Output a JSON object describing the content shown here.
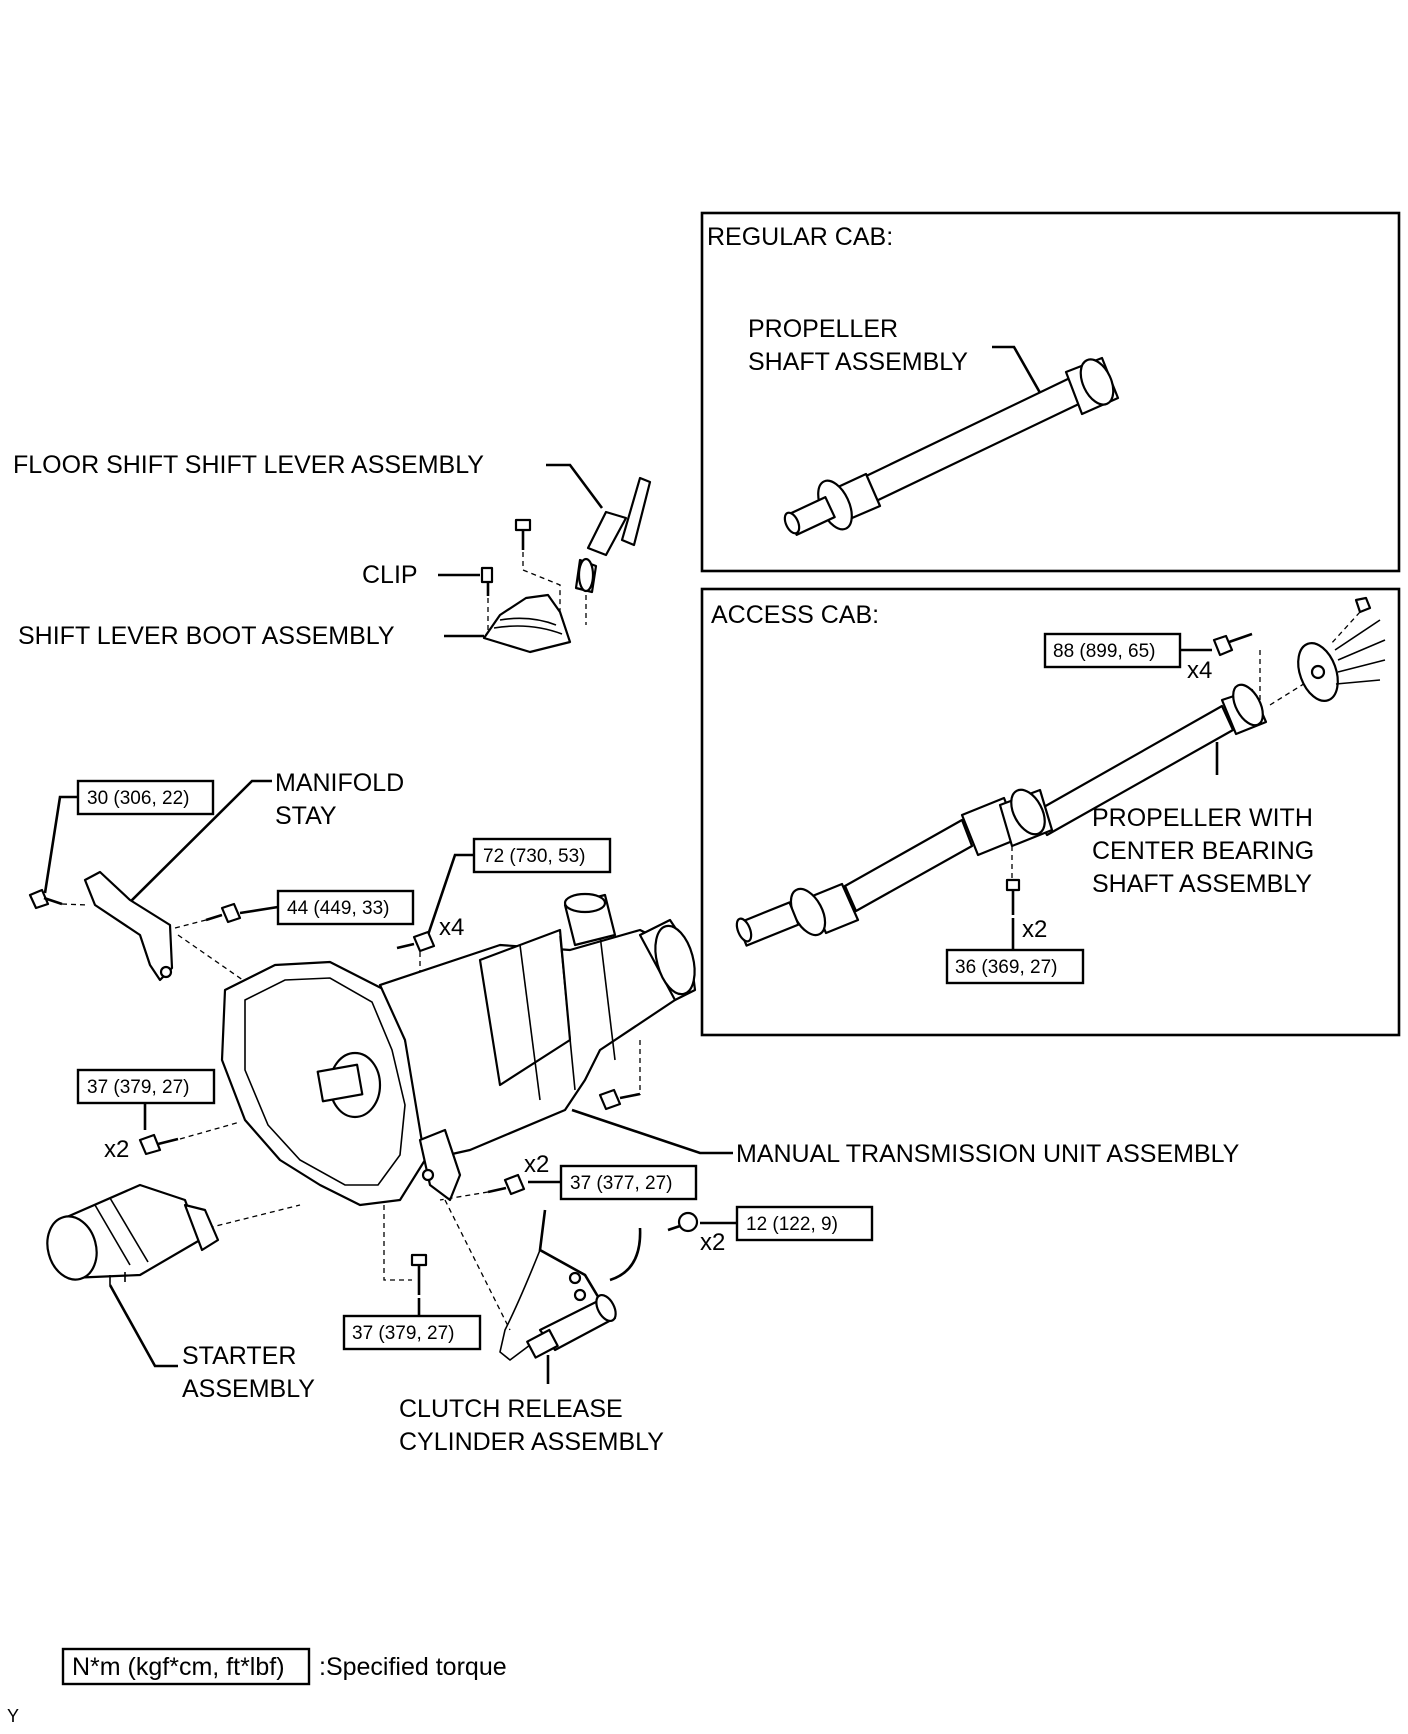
{
  "panels": {
    "regular_cab": {
      "title": "REGULAR CAB:",
      "part_label_lines": [
        "PROPELLER",
        "SHAFT ASSEMBLY"
      ]
    },
    "access_cab": {
      "title": "ACCESS CAB:",
      "part_label_lines": [
        "PROPELLER WITH",
        "CENTER BEARING",
        "SHAFT ASSEMBLY"
      ],
      "torques": {
        "flange_bolts": "88 (899, 65)",
        "center_bearing_bolts": "36 (369, 27)"
      },
      "multipliers": {
        "flange_bolts": "x4",
        "center_bearing_bolts": "x2"
      }
    }
  },
  "labels": {
    "floor_shift_lever": "FLOOR SHIFT SHIFT LEVER ASSEMBLY",
    "clip": "CLIP",
    "shift_lever_boot": "SHIFT LEVER BOOT ASSEMBLY",
    "manifold_stay": [
      "MANIFOLD",
      "STAY"
    ],
    "manual_transmission": "MANUAL TRANSMISSION UNIT ASSEMBLY",
    "starter": [
      "STARTER",
      "ASSEMBLY"
    ],
    "clutch_release_cylinder": [
      "CLUTCH RELEASE",
      "CYLINDER ASSEMBLY"
    ]
  },
  "torques": {
    "manifold_stay_upper": "30 (306, 22)",
    "manifold_stay_bolt": "44 (449, 33)",
    "transmission_top": "72 (730, 53)",
    "starter_bolts": "37 (379, 27)",
    "clutch_cylinder_bolts": "37 (377, 27)",
    "clutch_line_bolts": "12 (122, 9)",
    "bottom_bolt": "37 (379, 27)"
  },
  "multipliers": {
    "transmission_top": "x4",
    "starter": "x2",
    "clutch_cylinder": "x2",
    "clutch_line": "x2"
  },
  "legend": {
    "box_text": "N*m (kgf*cm, ft*lbf)",
    "description": ":Specified torque"
  },
  "corner_mark": "Y"
}
